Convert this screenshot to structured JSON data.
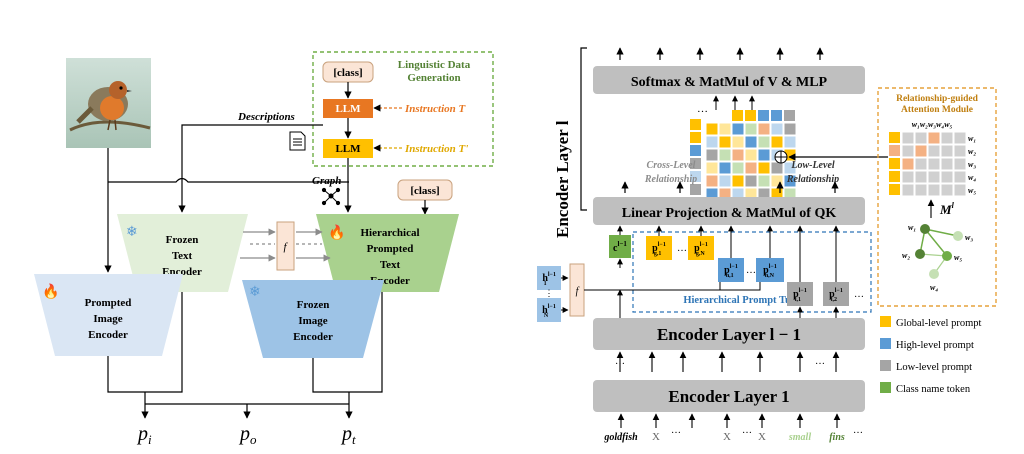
{
  "left": {
    "linguistic_title_line1": "Linguistic Data",
    "linguistic_title_line2": "Generation",
    "class_token": "[class]",
    "llm_label": "LLM",
    "instruction_t": "Instruction T",
    "instruction_t_prime": "Instruction T'",
    "descriptions_label": "Descriptions",
    "graph_label": "Graph",
    "class_token_right": "[class]",
    "frozen_text_encoder": [
      "Frozen",
      "Text",
      "Encoder"
    ],
    "hier_text_encoder": [
      "Hierarchical",
      "Prompted",
      "Text",
      "Encoder"
    ],
    "prompted_image_encoder": [
      "Prompted",
      "Image",
      "Encoder"
    ],
    "frozen_image_encoder": [
      "Frozen",
      "Image",
      "Encoder"
    ],
    "f_label": "f",
    "p_i": "p",
    "p_i_sub": "i",
    "p_o": "p",
    "p_o_sub": "o",
    "p_t": "p",
    "p_t_sub": "t",
    "colors": {
      "llm_orange": "#e87722",
      "llm_yellow": "#ffc000",
      "frozen_text": "#e2efd9",
      "hier_text": "#a9d18e",
      "prompted_image": "#dae6f4",
      "frozen_image": "#9dc3e6",
      "linguistic_border": "#70ad47",
      "class_fill": "#fbe5d6"
    }
  },
  "right": {
    "encoder_layer_l": "Encoder Layer l",
    "softmax_box": "Softmax & MatMul of V & MLP",
    "linear_proj_box": "Linear Projection & MatMul of QK",
    "encoder_layer_l_minus_1": "Encoder Layer l − 1",
    "encoder_layer_1": "Encoder Layer 1",
    "cross_level": [
      "Cross-Level",
      "Relationship"
    ],
    "low_level": [
      "Low-Level",
      "Relationship"
    ],
    "rgam_title": [
      "Relationship-guided",
      "Attention Module"
    ],
    "w_header": "w₁w₂w₃w₄w₅",
    "w_rows": [
      "w₁",
      "w₂",
      "w₃",
      "w₄",
      "w₅"
    ],
    "m_label": "M",
    "m_sup": "l",
    "graph_nodes": [
      "w₁",
      "w₂",
      "w₃",
      "w₄",
      "w₅"
    ],
    "hier_prompt_tuning": "Hierarchical Prompt Tuning",
    "c_token": "c",
    "c_sup": "l−1",
    "pg1": "p",
    "pg1_sup": "l−1",
    "pg1_sub": "g,1",
    "pgN": "p",
    "pgN_sup": "l−1",
    "pgN_sub": "g,N",
    "ph1": "p",
    "ph1_sup": "l−1",
    "ph1_sub": "h,1",
    "phN": "p",
    "phN_sup": "l−1",
    "phN_sub": "h,N",
    "pl1": "p",
    "pl1_sup": "l−1",
    "pl1_sub": "l,1",
    "pl2": "p",
    "pl2_sup": "l−1",
    "pl2_sub": "l,2",
    "h1": "h",
    "h1_sup": "l−1",
    "h1_sub": "1",
    "hN": "h",
    "hN_sup": "l−1",
    "hN_sub": "N",
    "f_label": "f",
    "input_tokens": [
      "goldfish",
      "X",
      "…",
      "X",
      "…",
      "X",
      "small",
      "fins",
      "…"
    ],
    "ellipsis": "…",
    "legend": [
      {
        "label": "Global-level prompt",
        "color": "#ffc000"
      },
      {
        "label": "High-level prompt",
        "color": "#5b9bd5"
      },
      {
        "label": "Low-level prompt",
        "color": "#a5a5a5"
      },
      {
        "label": "Class name token",
        "color": "#70ad47"
      }
    ],
    "colors": {
      "gray_box": "#bfbfbf",
      "gold_border": "#e6a23c",
      "green_node": "#548235",
      "light_green_node": "#c5e0b4",
      "blue_dashed": "#2e75b6"
    }
  }
}
